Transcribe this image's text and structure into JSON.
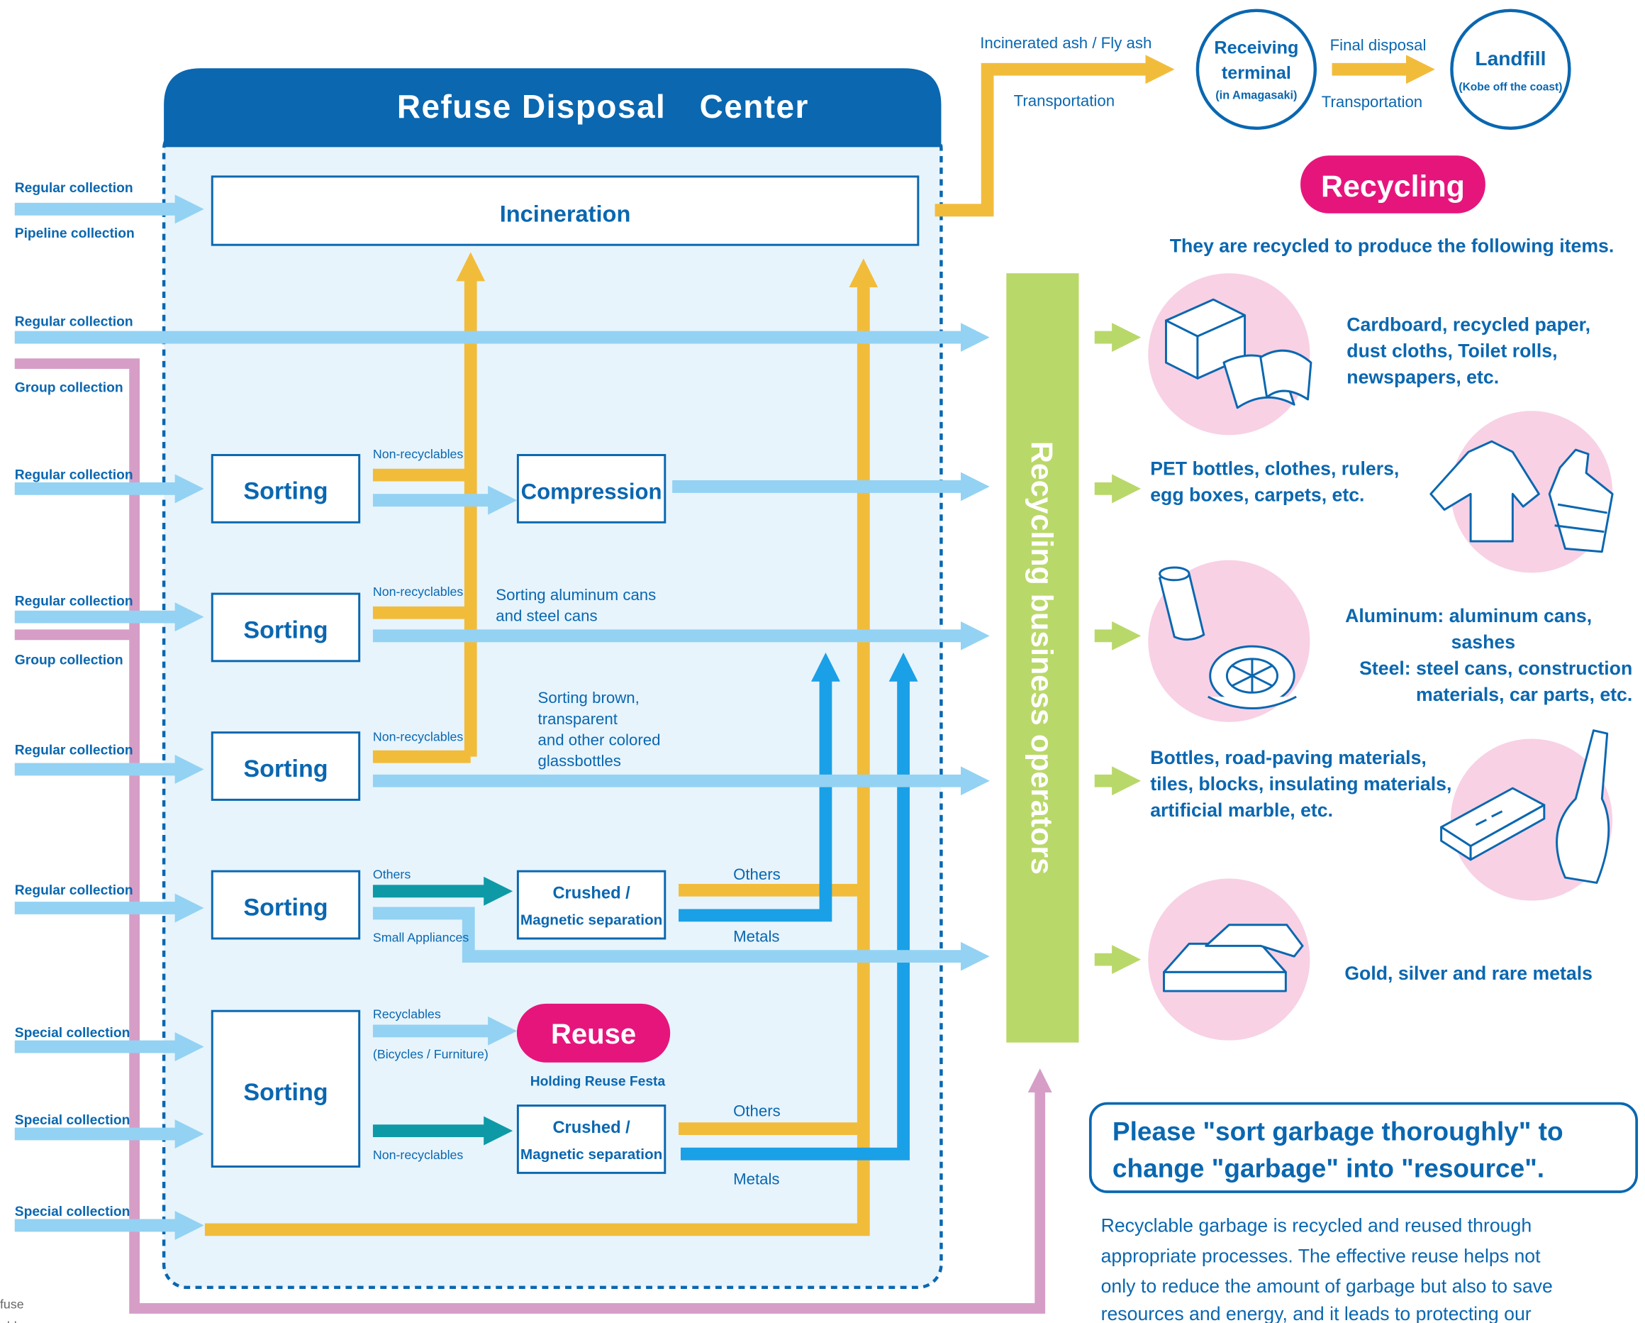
{
  "colors": {
    "blue_dark": "#0a67b0",
    "blue_light": "#93d2f3",
    "yellow": "#f2bc3b",
    "teal": "#0d9aa6",
    "mid_blue": "#1aa0e6",
    "purple": "#d69ec7",
    "green": "#b9d86a",
    "pink": "#e6157c",
    "pink_light": "#f8d1e5",
    "panel": "#e7f4fc"
  },
  "center": {
    "title": "Refuse Disposal Center"
  },
  "collections": {
    "regular": "Regular collection",
    "pipeline": "Pipeline collection",
    "group": "Group collection",
    "special": "Special collection"
  },
  "boxes": {
    "incineration": "Incineration",
    "sorting": "Sorting",
    "compression": "Compression",
    "crushed_1": "Crushed /",
    "crushed_2": "Magnetic separation"
  },
  "flow_labels": {
    "non_recyclables": "Non-recyclables",
    "others": "Others",
    "metals": "Metals",
    "small_appliances": "Small Appliances",
    "recyclables": "Recyclables",
    "bicycles": "(Bicycles / Furniture)",
    "sort_cans_1": "Sorting aluminum cans",
    "sort_cans_2": "and steel cans",
    "sort_glass_1": "Sorting brown,",
    "sort_glass_2": "transparent",
    "sort_glass_3": "and other colored",
    "sort_glass_4": "glassbottles"
  },
  "reuse": {
    "badge": "Reuse",
    "festa": "Holding Reuse Festa"
  },
  "ash": {
    "label": "Incinerated ash / Fly ash",
    "transport": "Transportation",
    "final": "Final disposal",
    "transport2": "Transportation",
    "terminal_1": "Receiving",
    "terminal_2": "terminal",
    "terminal_3": "(in Amagasaki)",
    "landfill_1": "Landfill",
    "landfill_2": "(Kobe off the coast)"
  },
  "operators": "Recycling business operators",
  "recycling": {
    "badge": "Recycling",
    "subtitle": "They are recycled to produce the following items.",
    "item1": [
      "Cardboard, recycled paper,",
      "dust cloths, Toilet rolls,",
      "newspapers, etc."
    ],
    "item2": [
      "PET bottles, clothes, rulers,",
      "egg boxes, carpets, etc."
    ],
    "item3": [
      "Aluminum: aluminum cans,",
      "sashes",
      "Steel: steel cans, construction",
      "materials, car parts, etc."
    ],
    "item4": [
      "Bottles, road-paving materials,",
      "tiles, blocks, insulating materials,",
      "artificial marble, etc."
    ],
    "item5": [
      "Gold, silver and rare metals"
    ]
  },
  "message": {
    "line1": "Please \"sort garbage thoroughly\" to",
    "line2": "change \"garbage\" into \"resource\".",
    "body": [
      "Recyclable garbage is recycled and reused through",
      "appropriate processes. The effective reuse helps not",
      "only to reduce the amount of garbage but also to save",
      "resources and energy, and it leads to protecting our"
    ]
  },
  "corner": [
    "fuse",
    "able"
  ]
}
